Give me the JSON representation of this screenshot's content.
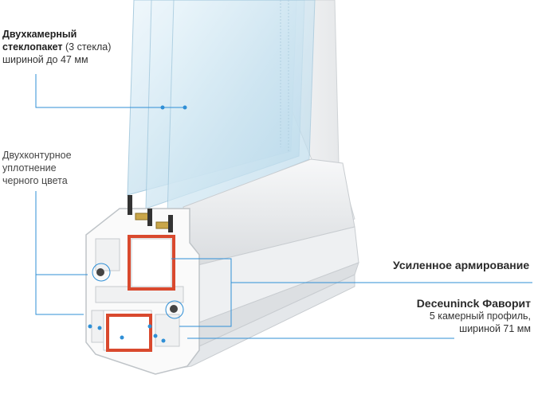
{
  "labels": {
    "glass_title_bold": "Двухкамерный",
    "glass_title_bold2": "стеклопакет",
    "glass_note": " (3 стекла)",
    "glass_width": "шириной до 47 мм",
    "seal_line1": "Двухконтурное",
    "seal_line2": "уплотнение",
    "seal_line3": "черного цвета",
    "reinforcement": "Усиленное армирование",
    "profile_name": "Deceuninck Фаворит",
    "profile_line1": "5 камерный профиль,",
    "profile_line2": "шириной 71 мм"
  },
  "colors": {
    "callout_line": "#2f8fd6",
    "reinforcement": "#d9492e",
    "glass": "#cfe6f2",
    "profile": "#f2f3f4"
  }
}
